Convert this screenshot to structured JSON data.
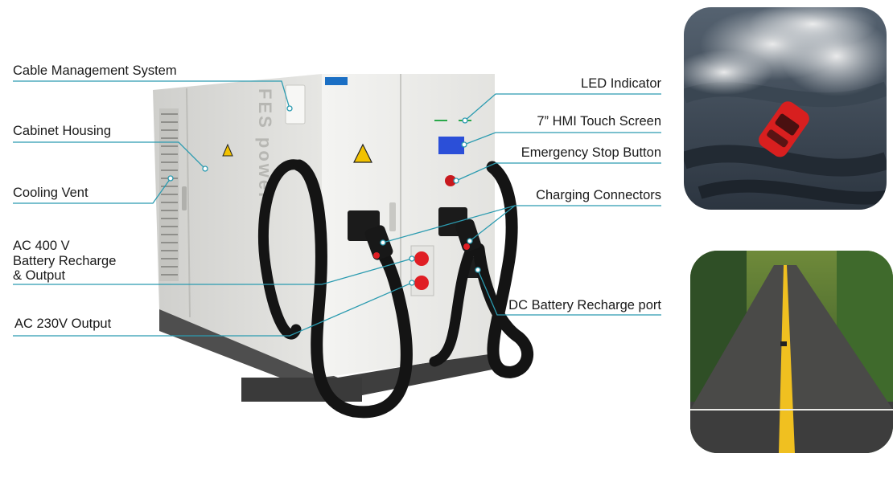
{
  "labels_left": {
    "cable_management": "Cable Management System",
    "cabinet_housing": "Cabinet Housing",
    "cooling_vent": "Cooling Vent",
    "ac400_line1": "AC 400 V",
    "ac400_line2": "Battery Recharge",
    "ac400_line3": "& Output",
    "ac230": "AC 230V Output"
  },
  "labels_right": {
    "led_indicator": "LED Indicator",
    "hmi_screen": "7” HMI Touch Screen",
    "emergency_stop": "Emergency Stop Button",
    "charging_connectors": "Charging Connectors",
    "dc_recharge_port": "DC Battery Recharge port"
  },
  "device": {
    "brand_vertical_text": "FES power"
  },
  "colors": {
    "leader_line": "#2b9bb0",
    "cabinet": "#ececea",
    "cabinet_shade": "#d6d6d3",
    "base": "#5a5a5a",
    "cable": "#141414",
    "connector_red": "#e01e24"
  },
  "photos": {
    "top": "red sports car drifting with tire smoke",
    "bottom": "straight road through a pine forest"
  }
}
